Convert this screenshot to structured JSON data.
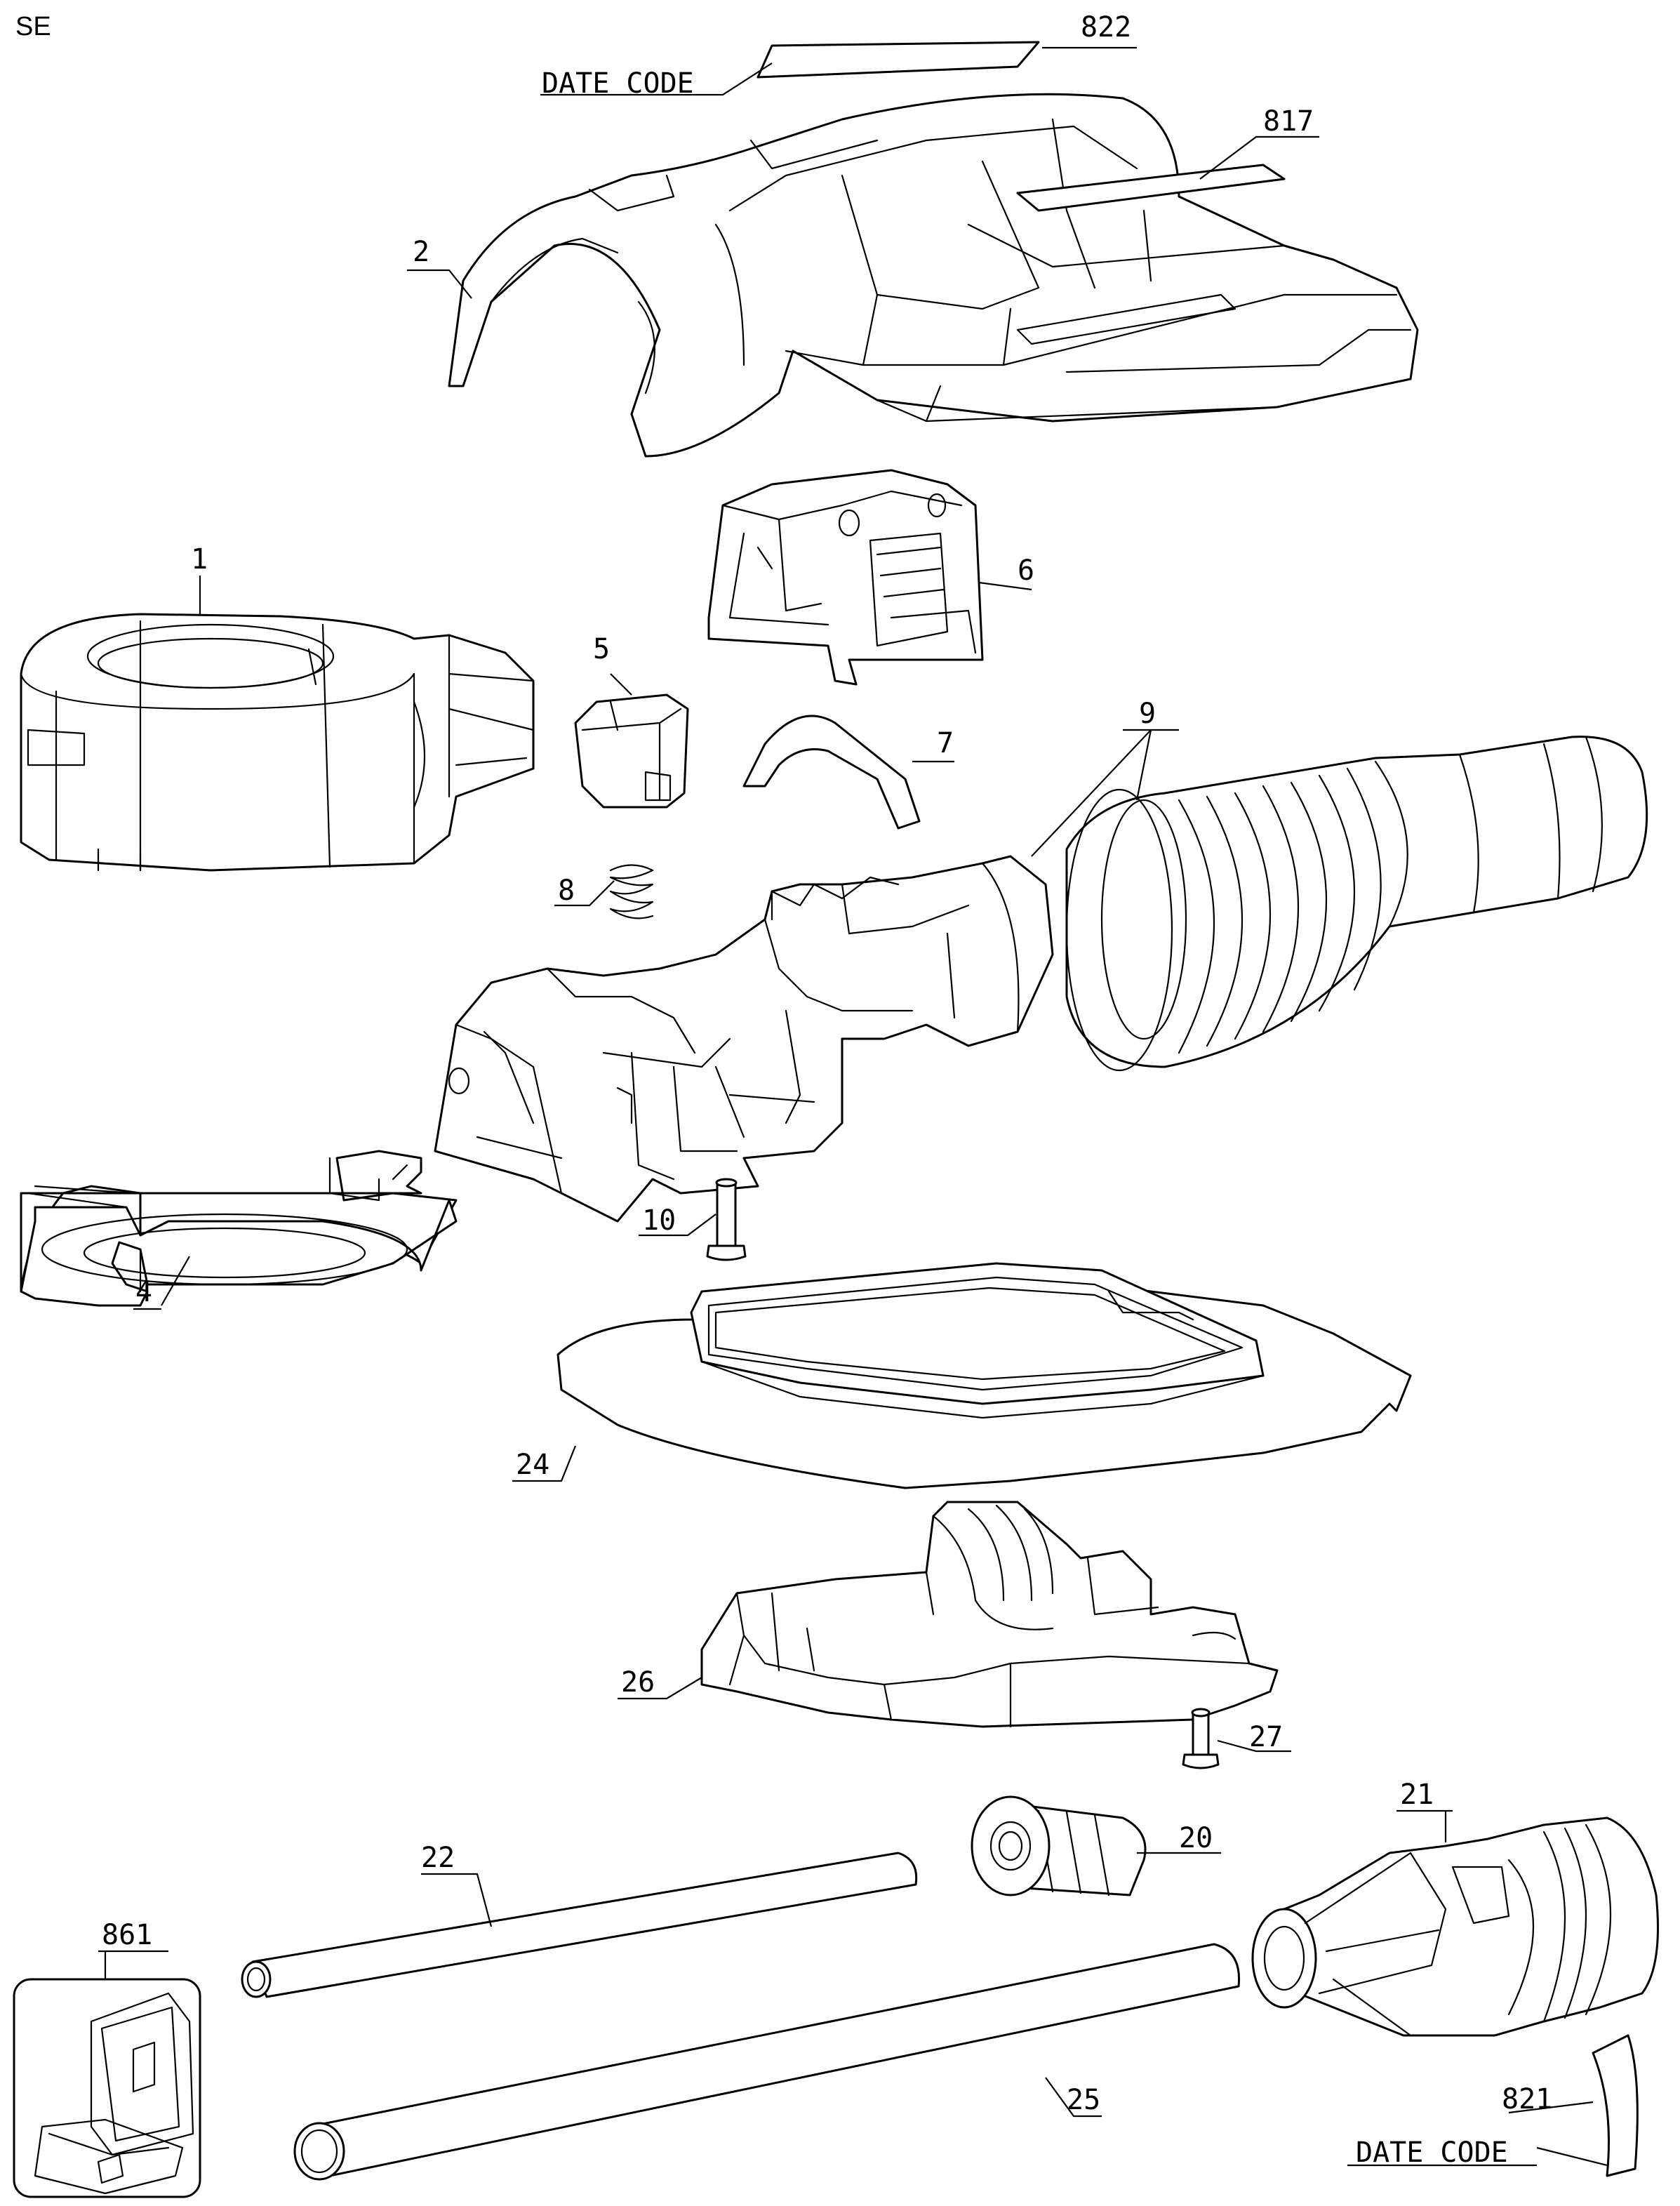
{
  "sheet_code": "SE",
  "callouts": [
    {
      "id": "822",
      "text": "822"
    },
    {
      "id": "date-code-top",
      "text": "DATE CODE"
    },
    {
      "id": "817",
      "text": "817"
    },
    {
      "id": "2",
      "text": "2"
    },
    {
      "id": "6",
      "text": "6"
    },
    {
      "id": "1",
      "text": "1"
    },
    {
      "id": "5",
      "text": "5"
    },
    {
      "id": "7",
      "text": "7"
    },
    {
      "id": "9",
      "text": "9"
    },
    {
      "id": "8",
      "text": "8"
    },
    {
      "id": "10",
      "text": "10"
    },
    {
      "id": "4",
      "text": "4"
    },
    {
      "id": "24",
      "text": "24"
    },
    {
      "id": "26",
      "text": "26"
    },
    {
      "id": "27",
      "text": "27"
    },
    {
      "id": "21",
      "text": "21"
    },
    {
      "id": "20",
      "text": "20"
    },
    {
      "id": "22",
      "text": "22"
    },
    {
      "id": "861",
      "text": "861"
    },
    {
      "id": "25",
      "text": "25"
    },
    {
      "id": "821",
      "text": "821"
    },
    {
      "id": "date-code-bottom",
      "text": "DATE CODE"
    }
  ]
}
